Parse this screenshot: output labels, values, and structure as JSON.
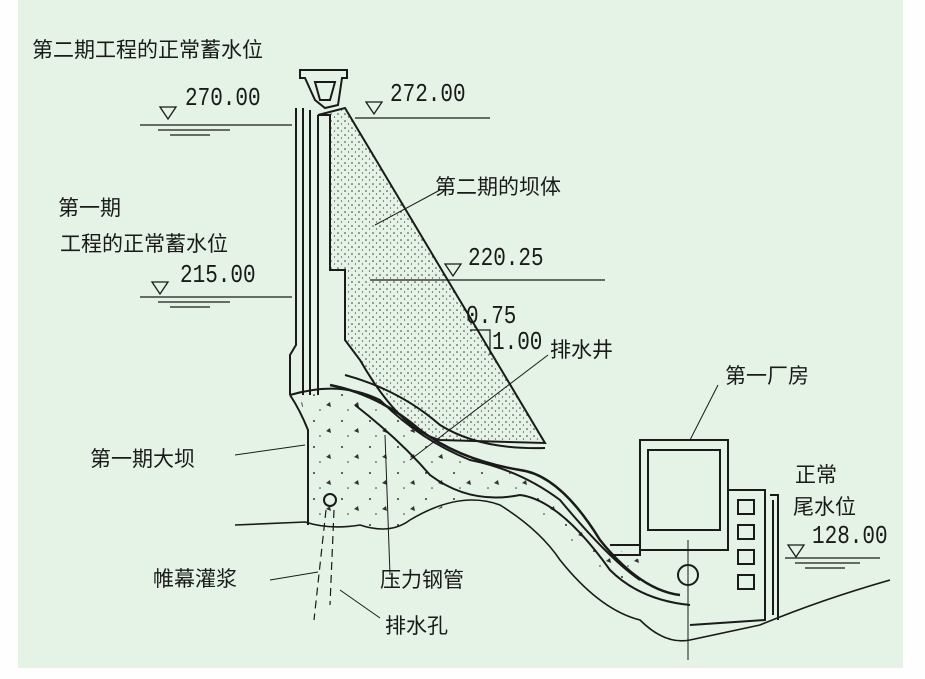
{
  "labels": {
    "stage2_normal_pool": "第二期工程的正常蓄水位",
    "stage1_line1": "第一期",
    "stage1_line2": "工程的正常蓄水位",
    "stage2_dam_body": "第二期的坝体",
    "drainage_well": "排水井",
    "powerhouse1": "第一厂房",
    "stage1_dam": "第一期大坝",
    "tailwater_line1": "正常",
    "tailwater_line2": "尾水位",
    "grout_curtain": "帷幕灌浆",
    "penstock": "压力钢管",
    "drain_hole": "排水孔"
  },
  "elevations": {
    "stage2_pool": "270.00",
    "crest": "272.00",
    "stage1_pool": "215.00",
    "berm": "220.25",
    "tailwater": "128.00"
  },
  "slope": {
    "horizontal": "0.75",
    "vertical": "1.00"
  },
  "colors": {
    "paper": "#e4f3e6",
    "ink": "#1a1a1a"
  }
}
